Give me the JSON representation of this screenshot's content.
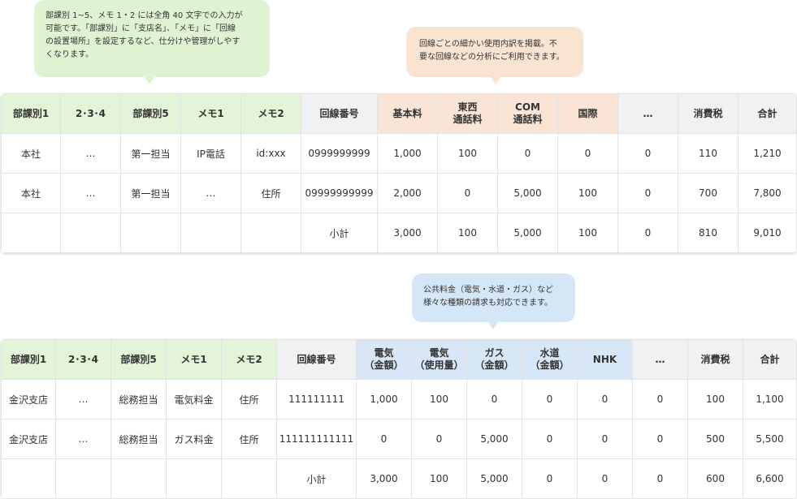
{
  "callouts": {
    "top_left": [
      "部課別 1~5、メモ 1・2 には全角 40 文字での入力が",
      "可能です。「部課別」に「支店名」、「メモ」に「回線",
      "の設置場所」を設定するなど、仕分けや管理がしやす",
      "くなります。"
    ],
    "top_right": [
      "回線ごとの細かい使用内訳を掲載。不",
      "要な回線などの分析にご利用できます。"
    ],
    "bottom": [
      "公共料金（電気・水道・ガス）など",
      "様々な種類の請求も対応できます。"
    ]
  },
  "colors": {
    "green": "#e3f4d8",
    "orange": "#f9e4d5",
    "blue": "#d7e7f7",
    "gray": "#eff1f2"
  },
  "table1": {
    "headers": [
      "部課別1",
      "2･3･4",
      "部課別5",
      "メモ1",
      "メモ2",
      "回線番号",
      "基本料",
      "東西\n通話料",
      "COM\n通話料",
      "国際",
      "…",
      "消費税",
      "合計"
    ],
    "rows": [
      [
        "本社",
        "…",
        "第一担当",
        "IP電話",
        "id:xxx",
        "0999999999",
        "1,000",
        "100",
        "0",
        "0",
        "0",
        "110",
        "1,210"
      ],
      [
        "本社",
        "…",
        "第一担当",
        "…",
        "住所",
        "09999999999",
        "2,000",
        "0",
        "5,000",
        "100",
        "0",
        "700",
        "7,800"
      ],
      [
        "",
        "",
        "",
        "",
        "",
        "小計",
        "3,000",
        "100",
        "5,000",
        "100",
        "0",
        "810",
        "9,010"
      ]
    ]
  },
  "table2": {
    "headers": [
      "部課別1",
      "2･3･4",
      "部課別5",
      "メモ1",
      "メモ2",
      "回線番号",
      "電気\n（金額）",
      "電気\n（使用量）",
      "ガス\n（金額）",
      "水道\n（金額）",
      "NHK",
      "…",
      "消費税",
      "合計"
    ],
    "rows": [
      [
        "金沢支店",
        "…",
        "総務担当",
        "電気料金",
        "住所",
        "111111111",
        "1,000",
        "100",
        "0",
        "0",
        "0",
        "0",
        "100",
        "1,100"
      ],
      [
        "金沢支店",
        "…",
        "総務担当",
        "ガス料金",
        "住所",
        "111111111111",
        "0",
        "0",
        "5,000",
        "0",
        "0",
        "0",
        "500",
        "5,500"
      ],
      [
        "",
        "",
        "",
        "",
        "",
        "小計",
        "3,000",
        "100",
        "5,000",
        "0",
        "0",
        "0",
        "600",
        "6,600"
      ]
    ]
  }
}
